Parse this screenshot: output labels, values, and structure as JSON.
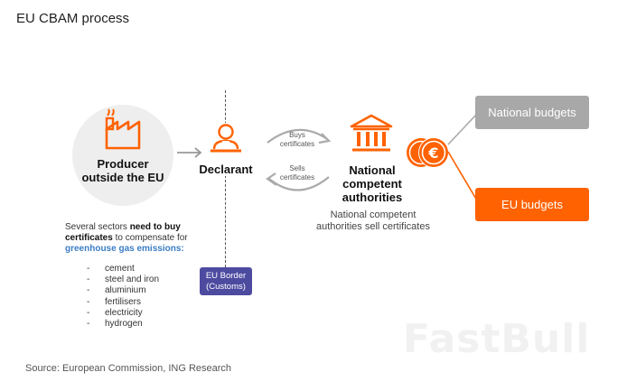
{
  "title": "EU CBAM process",
  "producer": {
    "line1": "Producer",
    "line2": "outside the EU"
  },
  "declarant": {
    "label": "Declarant"
  },
  "trade": {
    "buys_line1": "Buys",
    "buys_line2": "certificates",
    "sells_line1": "Sells",
    "sells_line2": "certificates"
  },
  "authority": {
    "line1": "National",
    "line2": "competent",
    "line3": "authorities",
    "note_line1": "National competent",
    "note_line2": "authorities sell certificates"
  },
  "budgets": {
    "national": "National budgets",
    "eu": "EU budgets"
  },
  "sectors": {
    "intro_a": "Several sectors ",
    "intro_b": "need to buy certificates",
    "intro_c": " to compensate for ",
    "intro_d": "greenhouse gas emissions:",
    "dash": "-",
    "items": [
      "cement",
      "steel and iron",
      "aluminium",
      "fertilisers",
      "electricity",
      "hydrogen"
    ]
  },
  "border": {
    "line1": "EU Border",
    "line2": "(Customs)"
  },
  "watermark": "FastBull",
  "source": "Source: European Commission, ING Research",
  "colors": {
    "orange": "#ff6200",
    "grey": "#a8a8a8",
    "purple": "#4d4ba0",
    "blue": "#3a7dc4"
  }
}
